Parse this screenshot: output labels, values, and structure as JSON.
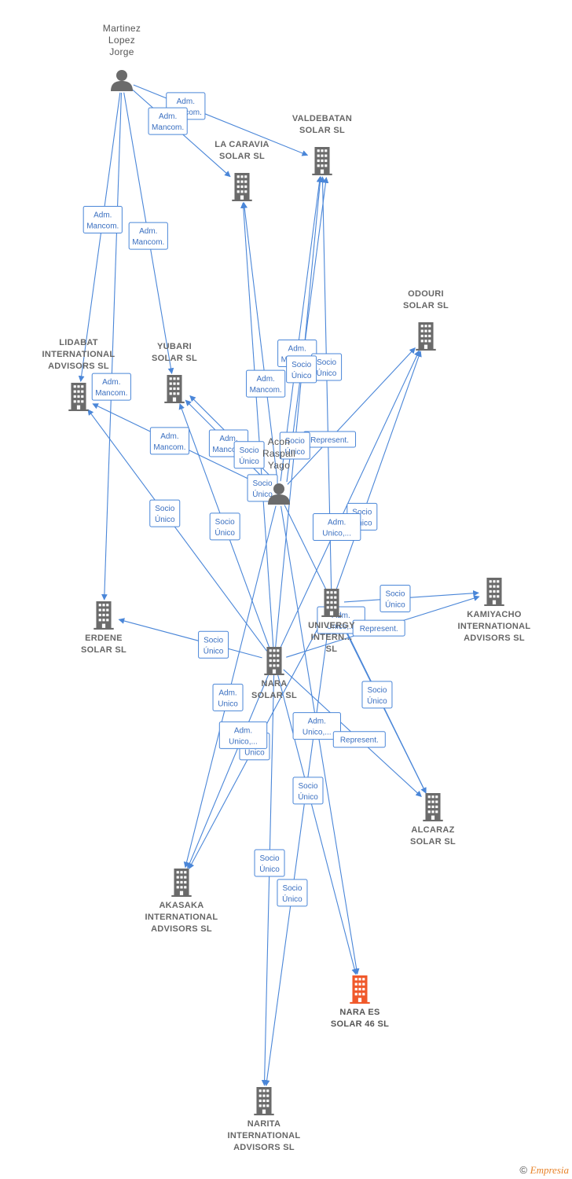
{
  "colors": {
    "edge": "#4a86d8",
    "node": "#6b6b6b",
    "focus": "#f0592b",
    "label": "#666666"
  },
  "footer": {
    "copyright": "©",
    "brand": "Empresia"
  },
  "nodes": [
    {
      "id": "martinez",
      "type": "person",
      "lines": [
        "Martinez",
        "Lopez",
        "Jorge"
      ]
    },
    {
      "id": "acon",
      "type": "person",
      "lines": [
        "Acon",
        "Raspall",
        "Yago"
      ]
    },
    {
      "id": "valdebatan",
      "type": "company",
      "lines": [
        "VALDEBATAN",
        "SOLAR  SL"
      ]
    },
    {
      "id": "lacaravia",
      "type": "company",
      "lines": [
        "LA CARAVIA",
        "SOLAR  SL"
      ]
    },
    {
      "id": "odouri",
      "type": "company",
      "lines": [
        "ODOURI",
        "SOLAR  SL"
      ]
    },
    {
      "id": "lidabat",
      "type": "company",
      "lines": [
        "LIDABAT",
        "INTERNATIONAL",
        "ADVISORS  SL"
      ]
    },
    {
      "id": "yubari",
      "type": "company",
      "lines": [
        "YUBARI",
        "SOLAR  SL"
      ]
    },
    {
      "id": "erdene",
      "type": "company",
      "lines": [
        "ERDENE",
        "SOLAR  SL"
      ]
    },
    {
      "id": "univergy",
      "type": "company",
      "lines": [
        "UNIVERGY",
        "INTERN...",
        "SL"
      ]
    },
    {
      "id": "kamiyacho",
      "type": "company",
      "lines": [
        "KAMIYACHO",
        "INTERNATIONAL",
        "ADVISORS  SL"
      ]
    },
    {
      "id": "nara",
      "type": "company",
      "lines": [
        "NARA",
        "SOLAR  SL"
      ]
    },
    {
      "id": "alcaraz",
      "type": "company",
      "lines": [
        "ALCARAZ",
        "SOLAR SL"
      ]
    },
    {
      "id": "akasaka",
      "type": "company",
      "lines": [
        "AKASAKA",
        "INTERNATIONAL",
        "ADVISORS  SL"
      ]
    },
    {
      "id": "naraes",
      "type": "focus",
      "lines": [
        "NARA ES",
        "SOLAR 46  SL"
      ]
    },
    {
      "id": "narita",
      "type": "company",
      "lines": [
        "NARITA",
        "INTERNATIONAL",
        "ADVISORS  SL"
      ]
    }
  ],
  "edges": [
    {
      "from": "martinez",
      "to": "valdebatan",
      "label": [
        "Adm.",
        "Mancom."
      ]
    },
    {
      "from": "martinez",
      "to": "lacaravia",
      "label": [
        "Adm.",
        "Mancom."
      ]
    },
    {
      "from": "martinez",
      "to": "lidabat",
      "label": [
        "Adm.",
        "Mancom."
      ]
    },
    {
      "from": "martinez",
      "to": "yubari",
      "label": [
        "Adm.",
        "Mancom."
      ]
    },
    {
      "from": "martinez",
      "to": "erdene",
      "label": [
        "Adm.",
        "Mancom."
      ]
    },
    {
      "from": "acon",
      "to": "lacaravia",
      "label": [
        "Adm.",
        "Mancom."
      ]
    },
    {
      "from": "acon",
      "to": "valdebatan",
      "label": [
        "Adm.",
        "Mancom."
      ]
    },
    {
      "from": "acon",
      "to": "yubari",
      "label": [
        "Adm.",
        "Mancom."
      ]
    },
    {
      "from": "acon",
      "to": "lidabat",
      "label": [
        "Adm.",
        "Mancom."
      ]
    },
    {
      "from": "acon",
      "to": "odouri",
      "label": [
        "Represent."
      ]
    },
    {
      "from": "acon",
      "to": "alcaraz",
      "label": [
        "Adm.",
        "Unico,..."
      ]
    },
    {
      "from": "acon",
      "to": "naraes",
      "label": [
        "Adm.",
        "Unico,..."
      ]
    },
    {
      "from": "univergy",
      "to": "valdebatan",
      "label": [
        "Socio",
        "Único"
      ]
    },
    {
      "from": "univergy",
      "to": "odouri",
      "label": [
        "Socio",
        "Único"
      ]
    },
    {
      "from": "univergy",
      "to": "kamiyacho",
      "label": [
        "Socio",
        "Único"
      ]
    },
    {
      "from": "univergy",
      "to": "alcaraz",
      "label": [
        "Socio",
        "Único"
      ]
    },
    {
      "from": "univergy",
      "to": "akasaka",
      "label": [
        "Socio",
        "Único"
      ]
    },
    {
      "from": "univergy",
      "to": "narita",
      "label": [
        "Socio",
        "Único"
      ]
    },
    {
      "from": "nara",
      "to": "lacaravia",
      "label": [
        "Socio",
        "Único"
      ]
    },
    {
      "from": "nara",
      "to": "valdebatan",
      "label": [
        "Socio",
        "Único"
      ]
    },
    {
      "from": "nara",
      "to": "yubari",
      "label": [
        "Socio",
        "Único"
      ]
    },
    {
      "from": "nara",
      "to": "lidabat",
      "label": [
        "Socio",
        "Único"
      ]
    },
    {
      "from": "nara",
      "to": "erdene",
      "label": [
        "Socio",
        "Único"
      ]
    },
    {
      "from": "nara",
      "to": "odouri",
      "label": [
        "Adm.",
        "Unico,..."
      ]
    },
    {
      "from": "nara",
      "to": "kamiyacho",
      "label": [
        "Represent."
      ]
    },
    {
      "from": "nara",
      "to": "alcaraz",
      "label": [
        "Represent."
      ]
    },
    {
      "from": "nara",
      "to": "akasaka",
      "label": [
        "Adm.",
        "Unico,..."
      ]
    },
    {
      "from": "nara",
      "to": "naraes",
      "label": [
        "Socio",
        "Único"
      ]
    },
    {
      "from": "nara",
      "to": "narita",
      "label": [
        "Socio",
        "Único"
      ]
    },
    {
      "from": "acon",
      "to": "akasaka",
      "label": [
        "Adm.",
        "Unico"
      ]
    },
    {
      "from": "acon",
      "to": "yubari",
      "label": [
        "Socio",
        "Único"
      ]
    },
    {
      "from": "acon",
      "to": "valdebatan",
      "label": [
        "Socio",
        "Único"
      ]
    }
  ]
}
